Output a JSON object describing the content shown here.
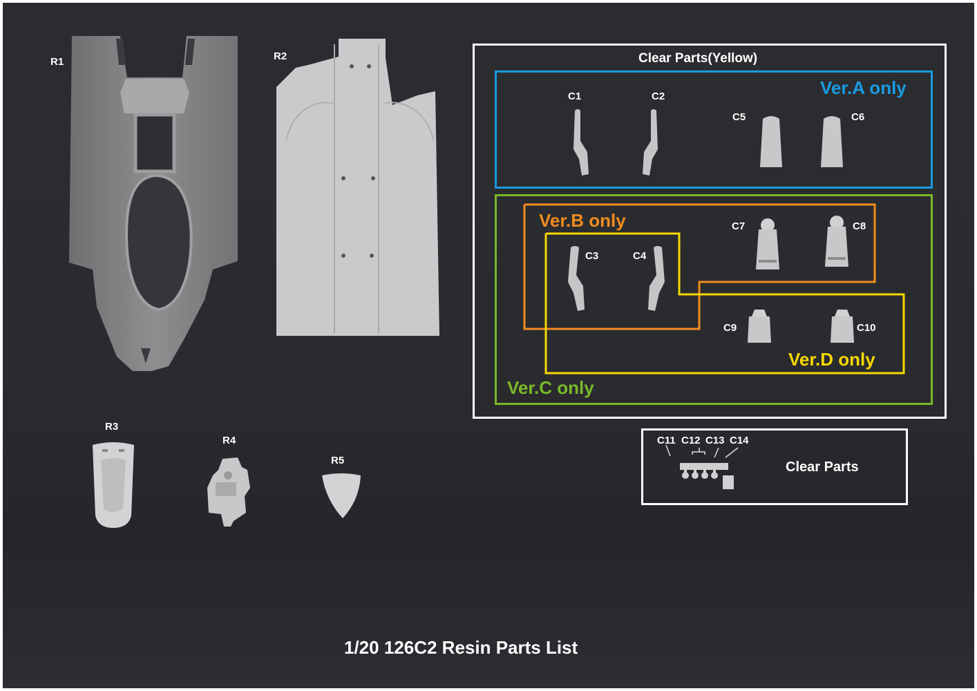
{
  "title": "1/20 126C2 Resin Parts List",
  "resin_parts": {
    "r1": "R1",
    "r2": "R2",
    "r3": "R3",
    "r4": "R4",
    "r5": "R5"
  },
  "clear_yellow": {
    "heading": "Clear Parts(Yellow)",
    "ver_a": {
      "label": "Ver.A only",
      "color": "#1a9be0",
      "parts": [
        "C1",
        "C2",
        "C5",
        "C6"
      ]
    },
    "ver_b": {
      "label": "Ver.B only",
      "color": "#f08c1e",
      "parts": [
        "C3",
        "C4",
        "C7",
        "C8"
      ]
    },
    "ver_c": {
      "label": "Ver.C only",
      "color": "#7ab828"
    },
    "ver_d": {
      "label": "Ver.D only",
      "color": "#f5d800",
      "parts": [
        "C9",
        "C10"
      ]
    }
  },
  "clear_parts": {
    "heading": "Clear Parts",
    "parts": [
      "C11",
      "C12",
      "C13",
      "C14"
    ]
  },
  "colors": {
    "background": "#2b2c30",
    "frame": "#ffffff",
    "resin": "#c9cacb"
  }
}
